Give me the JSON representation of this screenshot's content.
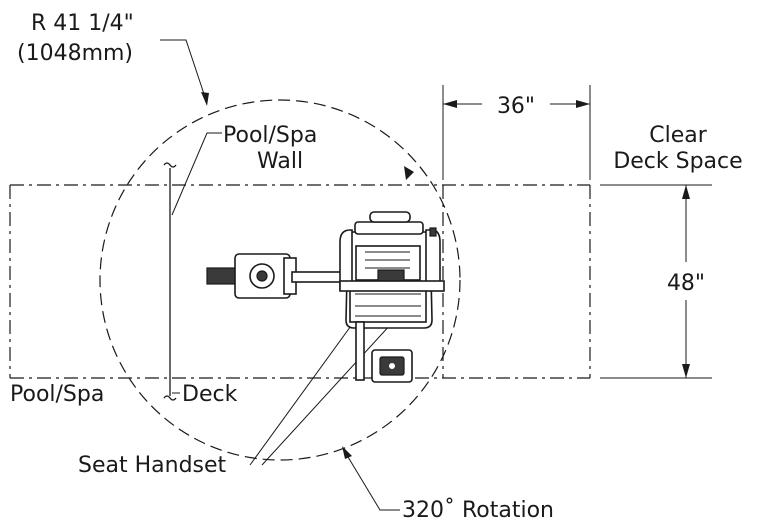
{
  "labels": {
    "radius": "R 41 1/4\"",
    "radius_mm": "(1048mm)",
    "pool_spa_wall_line1": "Pool/Spa",
    "pool_spa_wall_line2": "Wall",
    "clear_deck_line1": "Clear",
    "clear_deck_line2": "Deck Space",
    "width_dim": "36\"",
    "height_dim": "48\"",
    "pool_spa": "Pool/Spa",
    "deck": "Deck",
    "seat_handset": "Seat Handset",
    "rotation": "320˚ Rotation"
  },
  "colors": {
    "line": "#1a1a1a",
    "background": "#ffffff"
  }
}
